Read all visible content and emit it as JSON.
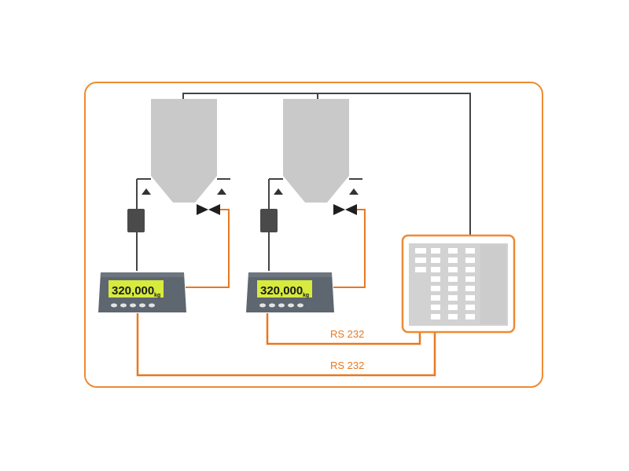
{
  "indicators": [
    {
      "display_value": "320,000",
      "unit": "kg"
    },
    {
      "display_value": "320,000",
      "unit": "kg"
    }
  ],
  "links": [
    {
      "label": "RS 232"
    },
    {
      "label": "RS 232"
    }
  ],
  "colors": {
    "frame": "#ee8a33",
    "cable_orange": "#e87820",
    "cable_dark": "#444444",
    "silo": "#c8c8c8",
    "lcd": "#d7ea3e"
  }
}
